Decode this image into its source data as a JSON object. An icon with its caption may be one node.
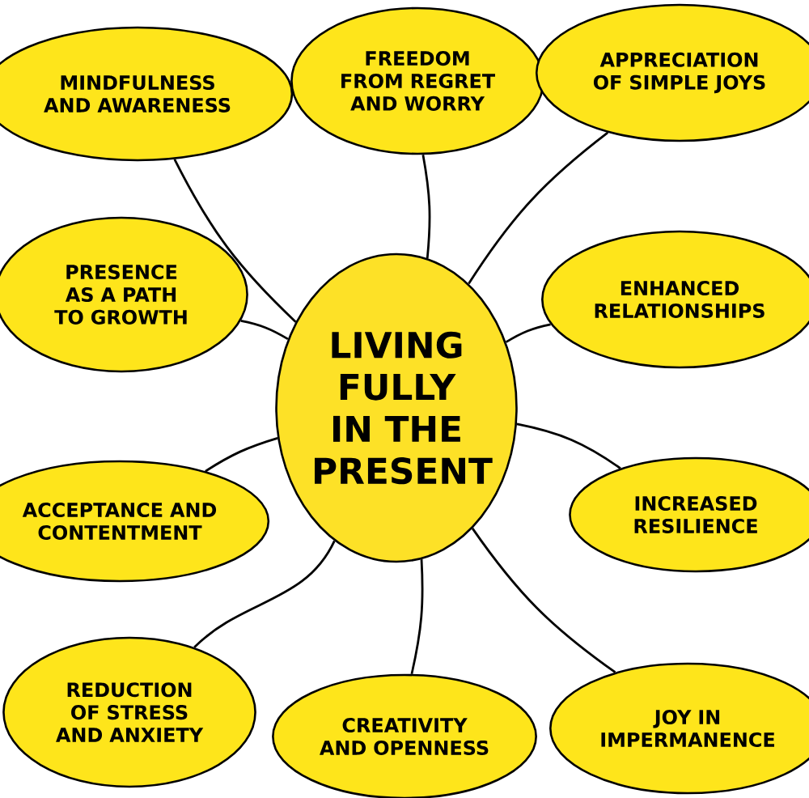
{
  "diagram": {
    "nodes": [
      {
        "text": [
          "LIVING FULLY IN THE PRESENT"
        ]
      },
      {
        "text": [
          "MINDFULNESS AND AWARENESS"
        ]
      },
      {
        "text": [
          "FREEDOM FROM REGRET AND WORRY"
        ]
      },
      {
        "text": [
          "APPRECIATION OF SIMPLE JOYS"
        ]
      },
      {
        "text": [
          "PRESENCE AS A PATH TO GROWTH"
        ]
      },
      {
        "text": [
          "ENHANCED RELATIONSHIPS"
        ]
      },
      {
        "text": [
          "ACCEPTANCE AND CONTENTMENT"
        ]
      },
      {
        "text": [
          "INCREASED RESILIENCE"
        ]
      },
      {
        "text": [
          "REDUCTION OF STRESS AND ANXIETY"
        ]
      },
      {
        "text": [
          "CREATIVITY AND OPENNESS"
        ]
      },
      {
        "text": [
          "JOY IN IMPERMANENCE"
        ]
      }
    ],
    "edges": [
      {
        "from": 0,
        "to": 1,
        "arrow": "none"
      },
      {
        "from": 0,
        "to": 2,
        "arrow": "none"
      },
      {
        "from": 0,
        "to": 3,
        "arrow": "none"
      },
      {
        "from": 0,
        "to": 4,
        "arrow": "none"
      },
      {
        "from": 0,
        "to": 5,
        "arrow": "none"
      },
      {
        "from": 0,
        "to": 6,
        "arrow": "none"
      },
      {
        "from": 0,
        "to": 7,
        "arrow": "none"
      },
      {
        "from": 0,
        "to": 8,
        "arrow": "none"
      },
      {
        "from": 0,
        "to": 9,
        "arrow": "none"
      },
      {
        "from": 0,
        "to": 10,
        "arrow": "none"
      }
    ]
  }
}
